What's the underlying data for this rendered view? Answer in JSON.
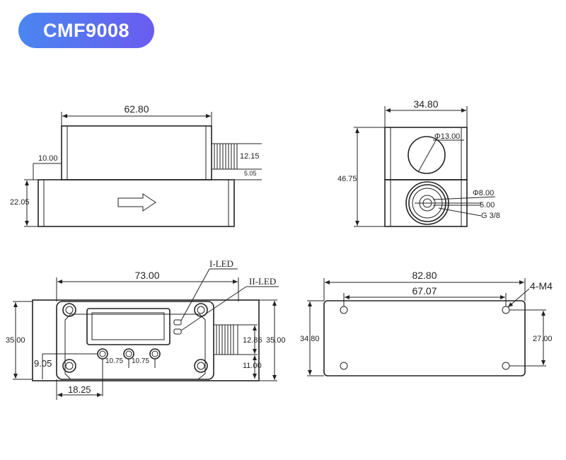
{
  "model_badge": "CMF9008",
  "side_view": {
    "length": "62.80",
    "thread_height": "12.15",
    "thread_offset": "5.05",
    "top_offset": "10.00",
    "base_height": "22.05"
  },
  "end_view": {
    "width": "34.80",
    "height": "46.75",
    "hole_large": "Φ13.00",
    "hole_small": "Φ8.00",
    "inner_dim": "5.00",
    "thread_spec": "G 3/8"
  },
  "front_view": {
    "body_length": "73.00",
    "body_height": "35.00",
    "right_height": "35.00",
    "thread_height": "12.86",
    "thread_bottom": "11.00",
    "button_offset_y": "9.05",
    "button_spacing_1": "10.75",
    "button_spacing_2": "10.75",
    "button_offset_x": "18.25",
    "led1_label": "I-LED",
    "led2_label": "II-LED"
  },
  "bottom_view": {
    "total_length": "82.80",
    "hole_spacing_x": "67.07",
    "height": "34.80",
    "hole_spacing_y": "27.00",
    "mount_holes": "4-M4"
  }
}
